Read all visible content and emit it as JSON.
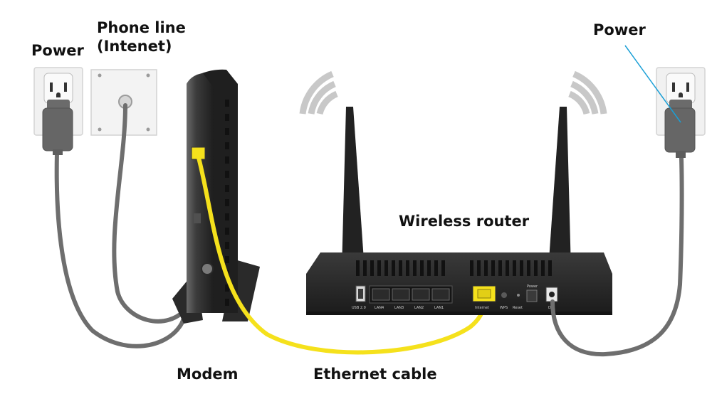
{
  "labels": {
    "power_left": "Power",
    "phone_line_1": "Phone line",
    "phone_line_2": "(Intenet)",
    "power_right": "Power",
    "wireless_router": "Wireless router",
    "modem": "Modem",
    "ethernet_cable": "Ethernet cable"
  },
  "router_ports": {
    "usb": "USB 2.0",
    "lan4": "LAN4",
    "lan3": "LAN3",
    "lan2": "LAN2",
    "lan1": "LAN1",
    "internet": "Internet",
    "wps": "WPS",
    "reset": "Reset",
    "power_switch": "Power",
    "dc": "DC"
  },
  "colors": {
    "ethernet_cable": "#f5e11c",
    "power_cable": "#6e6e6e",
    "device_body": "#2b2b2b",
    "wifi_waves": "#c8c8c8",
    "pointer_line": "#1a9fd6"
  }
}
